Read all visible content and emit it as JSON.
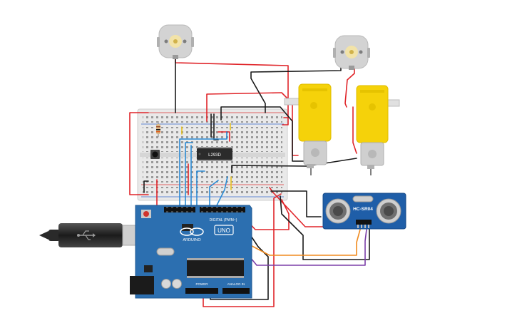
{
  "circuit": {
    "ic_label": "L293D",
    "sensor_label": "HC-SR04",
    "board_brand": "ARDUINO",
    "board_model": "UNO",
    "header_digital": "DIGITAL (PWM~)",
    "header_power": "POWER",
    "header_analog": "ANALOG IN",
    "icon_motor": "dc-motor-icon",
    "icon_gearmotor": "gear-motor-icon",
    "icon_usb": "usb-plug-icon"
  },
  "colors": {
    "wire_red": "#e0252a",
    "wire_black": "#1a1a1a",
    "wire_blue": "#2a8ad4",
    "wire_orange": "#f08a1e",
    "wire_purple": "#7b3fa8",
    "wire_yellow": "#e8c320",
    "arduino_board": "#2c6fb0",
    "breadboard": "#e9e9e9",
    "gear_motor": "#f5d20a",
    "sensor_board": "#1f5ea8"
  }
}
